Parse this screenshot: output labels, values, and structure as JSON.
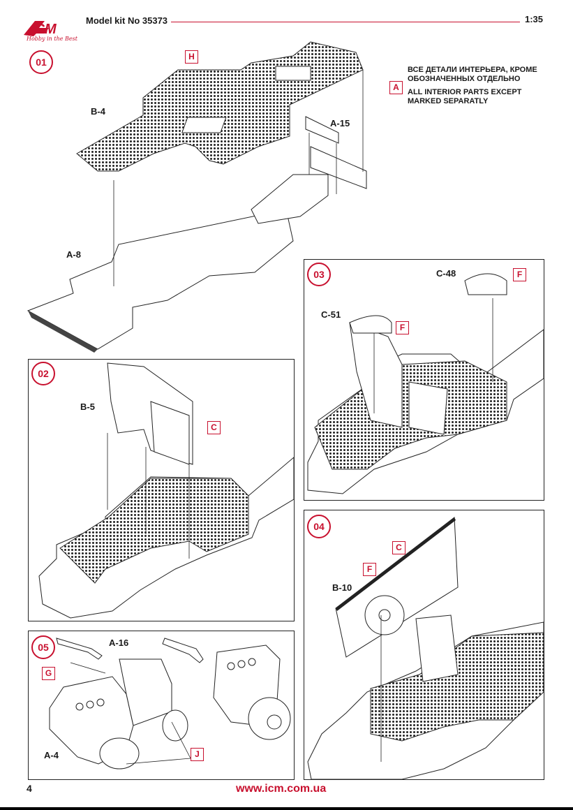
{
  "header": {
    "brand": "ICM",
    "tagline": "Hobby in the Best",
    "kit_title": "Model kit No 35373",
    "scale": "1:35"
  },
  "colors": {
    "accent": "#c8102e",
    "ink": "#1a1a1a"
  },
  "steps": [
    {
      "number": "01",
      "parts": [
        "B-4",
        "A-15",
        "A-8"
      ],
      "markers": [
        "H"
      ]
    },
    {
      "number": "02",
      "parts": [
        "B-5"
      ],
      "markers": [
        "C"
      ]
    },
    {
      "number": "03",
      "parts": [
        "C-48",
        "C-51"
      ],
      "markers": [
        "F",
        "F"
      ]
    },
    {
      "number": "04",
      "parts": [
        "B-10"
      ],
      "markers": [
        "C",
        "F"
      ]
    },
    {
      "number": "05",
      "parts": [
        "A-16",
        "A-4"
      ],
      "markers": [
        "G",
        "J"
      ]
    }
  ],
  "legend": {
    "marker": "A",
    "text_ru": "ВСЕ ДЕТАЛИ ИНТЕРЬЕРА, КРОМЕ ОБОЗНАЧЕННЫХ ОТДЕЛЬНО",
    "text_en": "ALL INTERIOR PARTS EXCEPT MARKED SEPARATLY"
  },
  "footer": {
    "page_number": "4",
    "url": "www.icm.com.ua"
  }
}
